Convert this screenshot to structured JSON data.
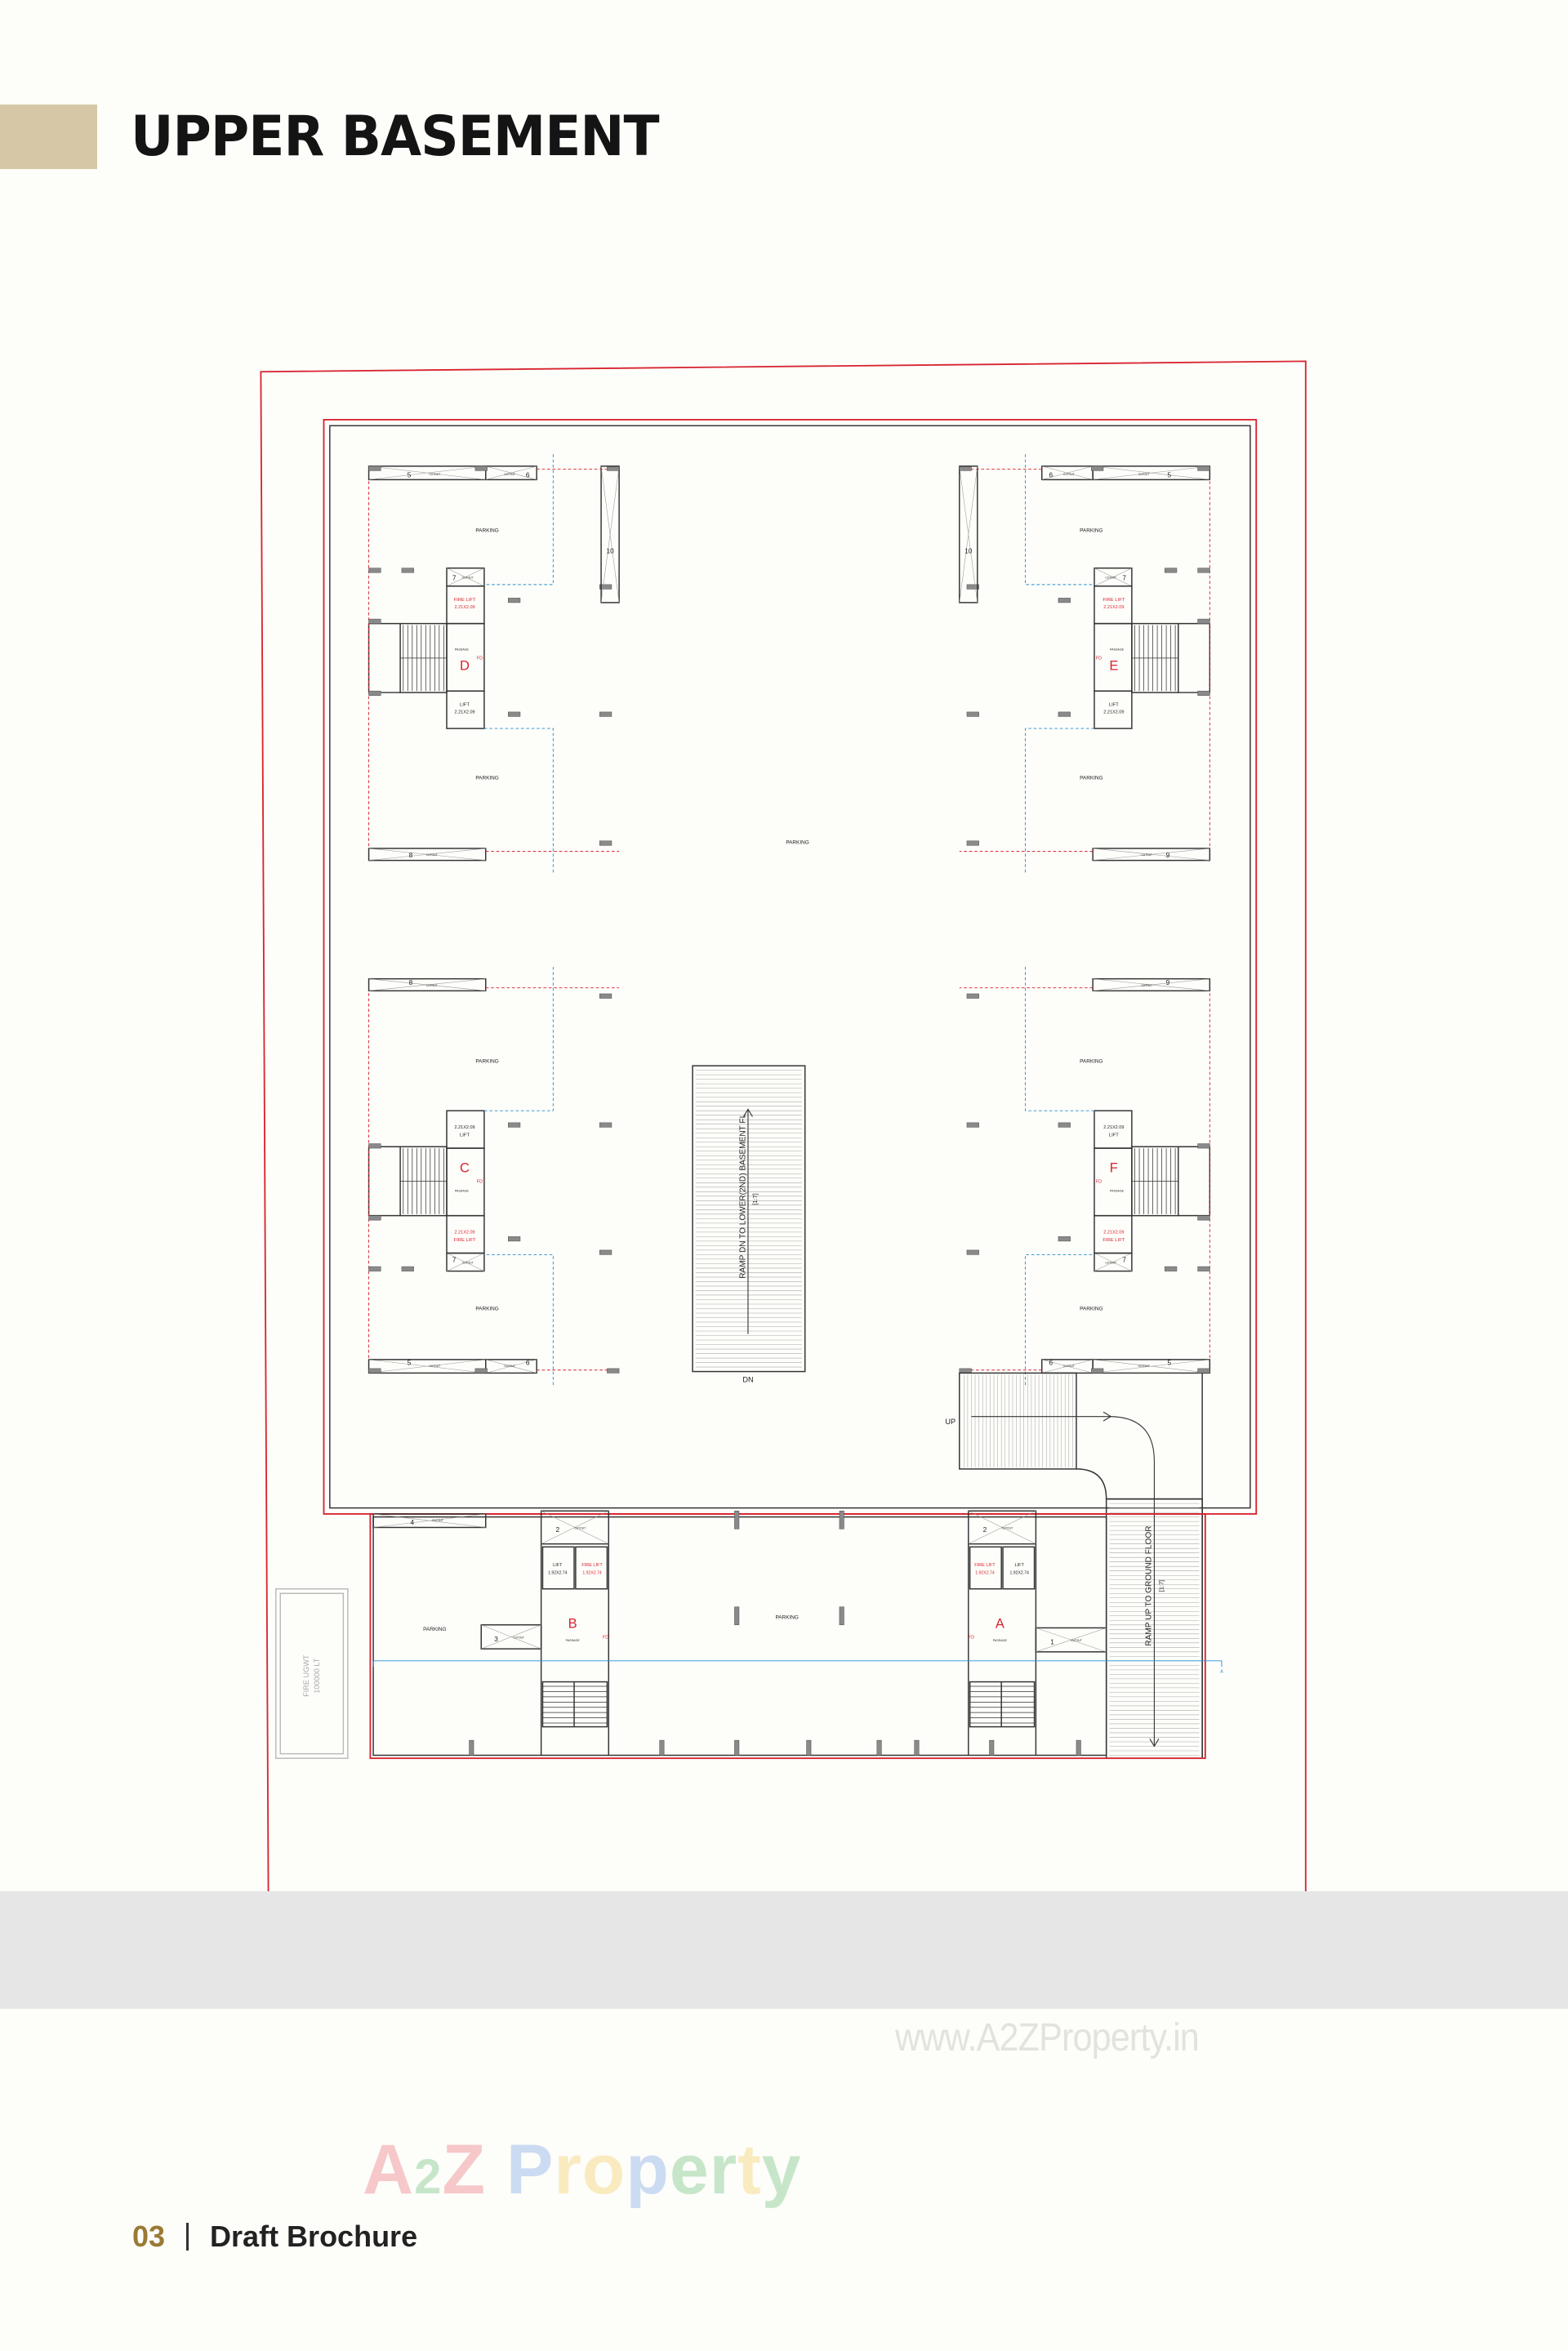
{
  "header": {
    "title": "UPPER BASEMENT",
    "accent_color": "#d6c8a6"
  },
  "plan": {
    "parking_label": "PARKING",
    "cutout_label": "CUTOUT",
    "fire_lift_label": "FIRE LIFT",
    "lift_label": "LIFT",
    "passage_label": "PASSAGE",
    "fd_label": "FD",
    "tower_lift_size": "2.21X2.09",
    "podium_lift_size": "1.92X2.74",
    "blocks": [
      {
        "letter": "D",
        "cutouts": [
          "5",
          "6",
          "7",
          "8"
        ],
        "tall_cutout": "10"
      },
      {
        "letter": "E",
        "cutouts": [
          "5",
          "6",
          "7",
          "9"
        ],
        "tall_cutout": "10"
      },
      {
        "letter": "C",
        "cutouts": [
          "5",
          "6",
          "7",
          "8"
        ],
        "tall_cutout": ""
      },
      {
        "letter": "F",
        "cutouts": [
          "5",
          "6",
          "7",
          "9"
        ],
        "tall_cutout": ""
      }
    ],
    "podium": {
      "cores": [
        "B",
        "A"
      ],
      "cutouts": [
        "4",
        "2",
        "3",
        "2",
        "1"
      ]
    },
    "ramp_down": {
      "label": "RAMP DN TO LOWER(2ND) BASEMENT FL",
      "slope": "[1:7]",
      "dn": "DN"
    },
    "ramp_up": {
      "label": "RAMP UP TO GROUND FLOOR",
      "slope": "[1:7]",
      "up": "UP"
    },
    "tank": {
      "name": "FIRE UGWT",
      "capacity": "100000 LT"
    },
    "section_mark": "A",
    "colors": {
      "boundary": "#d8242f",
      "wall": "#333333",
      "column": "#8a8a8a",
      "section": "#2a8fd0",
      "core_letter": "#d8242f"
    }
  },
  "watermark": {
    "url": "www.A2ZProperty.in",
    "logo": "A2Z Property"
  },
  "footer": {
    "page_number": "03",
    "label": "Draft Brochure"
  }
}
